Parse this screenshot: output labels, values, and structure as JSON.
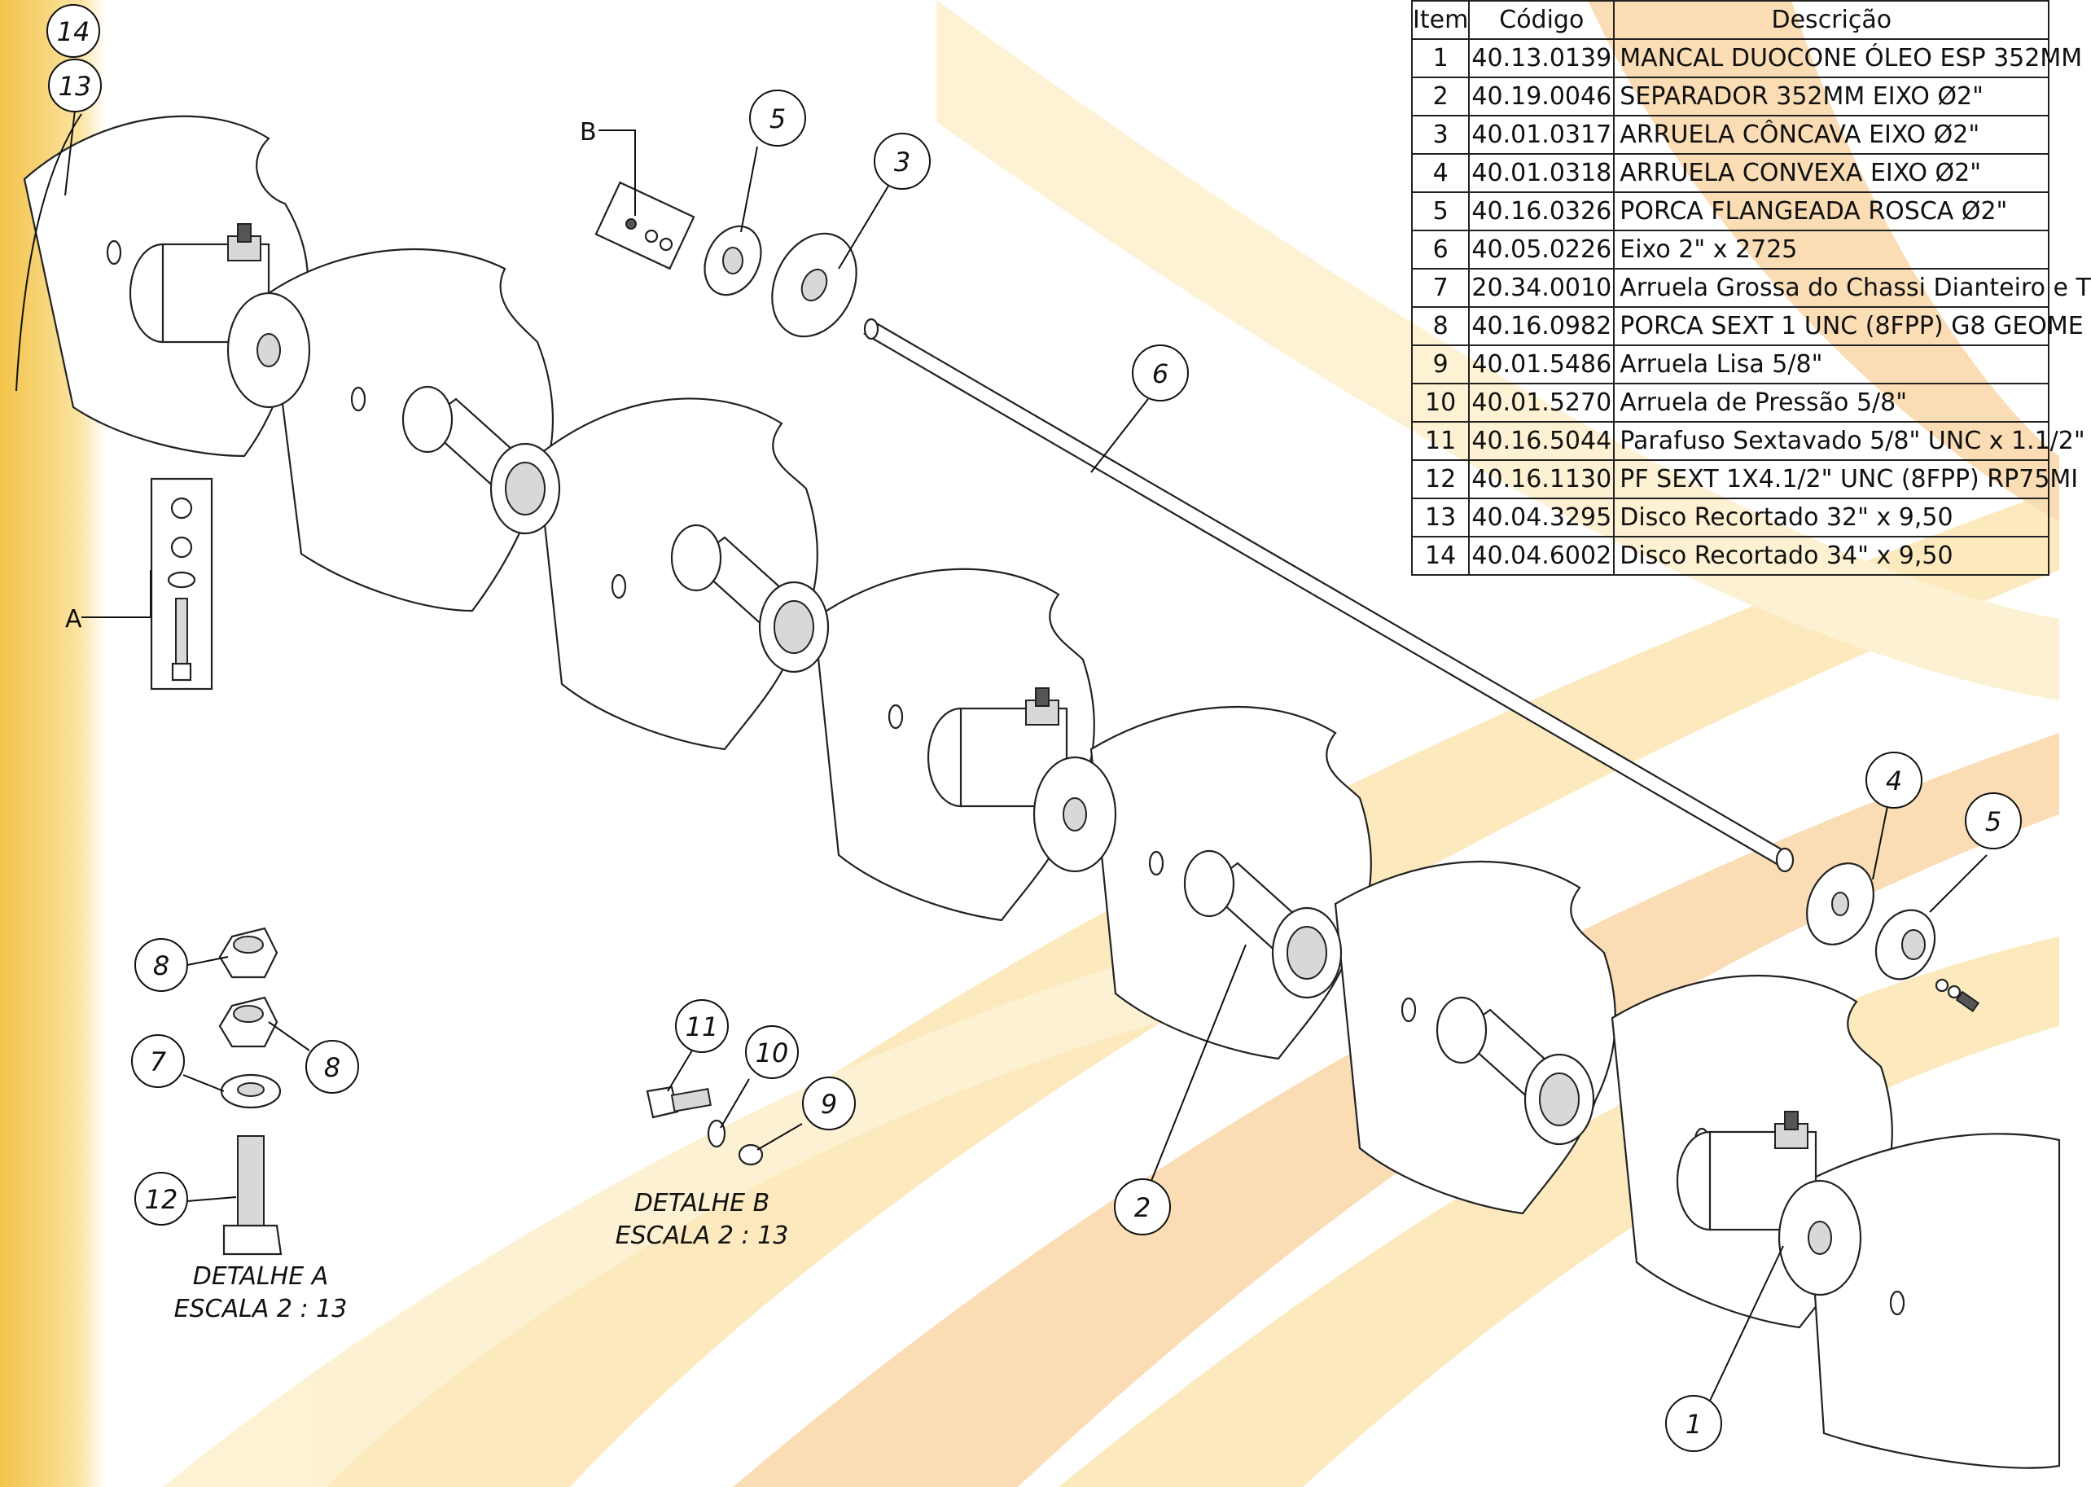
{
  "bom": {
    "headers": {
      "item": "Item",
      "code": "Código",
      "description": "Descrição"
    },
    "rows": [
      {
        "item": "1",
        "code": "40.13.0139",
        "description": "MANCAL DUOCONE ÓLEO ESP 352MM"
      },
      {
        "item": "2",
        "code": "40.19.0046",
        "description": "SEPARADOR 352MM EIXO Ø2\""
      },
      {
        "item": "3",
        "code": "40.01.0317",
        "description": "ARRUELA CÔNCAVA EIXO Ø2\""
      },
      {
        "item": "4",
        "code": "40.01.0318",
        "description": "ARRUELA CONVEXA EIXO Ø2\""
      },
      {
        "item": "5",
        "code": "40.16.0326",
        "description": "PORCA FLANGEADA ROSCA Ø2\""
      },
      {
        "item": "6",
        "code": "40.05.0226",
        "description": "Eixo 2\" x 2725"
      },
      {
        "item": "7",
        "code": "20.34.0010",
        "description": "Arruela Grossa do Chassi Dianteiro e T"
      },
      {
        "item": "8",
        "code": "40.16.0982",
        "description": "PORCA SEXT 1 UNC (8FPP) G8 GEOME"
      },
      {
        "item": "9",
        "code": "40.01.5486",
        "description": "Arruela Lisa 5/8\""
      },
      {
        "item": "10",
        "code": "40.01.5270",
        "description": "Arruela de Pressão 5/8\""
      },
      {
        "item": "11",
        "code": "40.16.5044",
        "description": "Parafuso Sextavado 5/8\" UNC x 1.1/2\""
      },
      {
        "item": "12",
        "code": "40.16.1130",
        "description": "PF SEXT 1X4.1/2\" UNC (8FPP) RP75MI"
      },
      {
        "item": "13",
        "code": "40.04.3295",
        "description": "Disco Recortado 32\" x 9,50"
      },
      {
        "item": "14",
        "code": "40.04.6002",
        "description": "Disco Recortado 34\" x 9,50"
      }
    ]
  },
  "balloons": {
    "b14": "14",
    "b13": "13",
    "b5a": "5",
    "b3": "3",
    "b6": "6",
    "b4": "4",
    "b5b": "5",
    "b2": "2",
    "b1": "1",
    "b8a": "8",
    "b8b": "8",
    "b7": "7",
    "b12": "12",
    "b11": "11",
    "b10": "10",
    "b9": "9"
  },
  "detail_letters": {
    "a": "A",
    "b": "B"
  },
  "detail_a": {
    "title": "DETALHE A",
    "scale": "ESCALA 2 : 13"
  },
  "detail_b": {
    "title": "DETALHE B",
    "scale": "ESCALA 2 : 13"
  },
  "colors": {
    "accent_yellow": "#f7c948",
    "accent_orange": "#f4a24a",
    "line": "#111111"
  }
}
